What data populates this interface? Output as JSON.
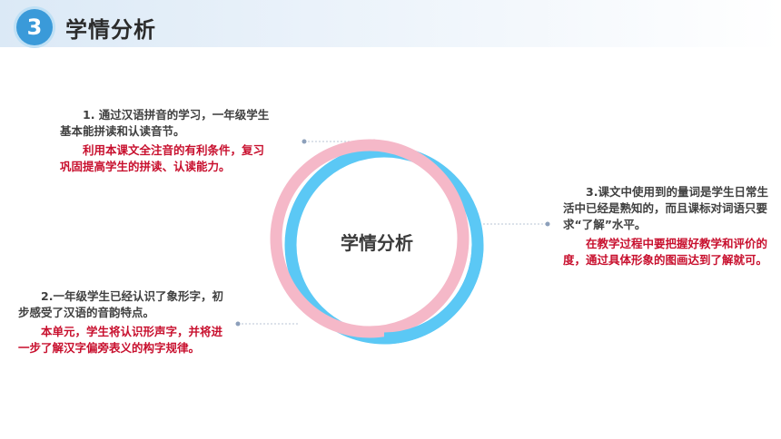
{
  "header": {
    "badge_number": "3",
    "title": "学情分析"
  },
  "diagram": {
    "center_label": "学情分析",
    "ring_colors": {
      "blue": "#5bc8f5",
      "pink": "#f5b8c8"
    }
  },
  "items": [
    {
      "main": "1. 通过汉语拼音的学习，一年级学生基本能拼读和认读音节。",
      "note": "利用本课文全注音的有利条件，复习巩固提高学生的拼读、认读能力。"
    },
    {
      "main": "2.一年级学生已经认识了象形字，初步感受了汉语的音韵特点。",
      "note": "本单元，学生将认识形声字，并将进一步了解汉字偏旁表义的构字规律。"
    },
    {
      "main": "3.课文中使用到的量词是学生日常生活中已经是熟知的，而且课标对词语只要求“了解”水平。",
      "note": "在教学过程中要把握好教学和评价的度，通过具体形象的图画达到了解就可。"
    }
  ]
}
